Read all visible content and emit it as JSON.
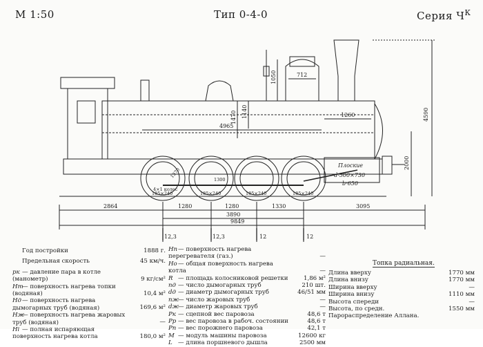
{
  "header": {
    "scale": "М 1:50",
    "type": "Тип 0-4-0",
    "series": "Серия",
    "series_letter": "Ч",
    "series_sup": "К"
  },
  "drawing": {
    "dims_horizontal": [
      "2864",
      "1280",
      "1280",
      "1330",
      "3095",
      "3890",
      "9849"
    ],
    "dims_upper": [
      "4965",
      "1260",
      "712"
    ],
    "dims_vertical": [
      "4590",
      "2000",
      "1470",
      "1140",
      "1050"
    ],
    "axle_loads": [
      "12,3",
      "12,3",
      "12",
      "12"
    ],
    "wheel_labels": [
      "185×240",
      "185×240",
      "185×240",
      "185×240"
    ],
    "axle_count_label": "4×1 колес",
    "axle_dia_label": "1300",
    "counterweight_label": "1370",
    "annotation": {
      "line1": "Плоские",
      "line2": "d-500×730",
      "line3": "b·650"
    }
  },
  "specs_left": [
    {
      "sym": "",
      "label": "Год постройки",
      "value": "1888 г."
    },
    {
      "sym": "",
      "label": "Предельная скорость",
      "value": "45 км/ч."
    },
    {
      "sym": "pк",
      "label": "— давление пара в котле (манометр)",
      "value": "9 кг/см²"
    },
    {
      "sym": "Hт",
      "label": "— поверхность нагрева топки (водяная)",
      "value": "10,4 м²"
    },
    {
      "sym": "Hд",
      "label": "— поверхность нагрева дымогарных труб (водяная)",
      "value": "169,6 м²"
    },
    {
      "sym": "Hж",
      "label": "— поверхность нагрева жаровых труб (водяная)",
      "value": "—"
    },
    {
      "sym": "Hі",
      "label": "— полная испаряющая поверхность нагрева котла",
      "value": "180,0 м²"
    }
  ],
  "specs_mid": [
    {
      "sym": "Hп",
      "label": "— поверхность нагрева перегревателя (газ.)",
      "value": "—"
    },
    {
      "sym": "Hо",
      "label": "— общая поверхность нагрева котла",
      "value": "—"
    },
    {
      "sym": "R",
      "label": "— площадь колосниковой решетки",
      "value": "1,86 м²"
    },
    {
      "sym": "nд",
      "label": "— число дымогарных труб",
      "value": "210 шт."
    },
    {
      "sym": "dд",
      "label": "— диаметр дымогарных труб",
      "value": "46/51 мм"
    },
    {
      "sym": "nж",
      "label": "— число жаровых труб",
      "value": "—"
    },
    {
      "sym": "dж",
      "label": "— диаметр жаровых труб",
      "value": "—"
    },
    {
      "sym": "Pк",
      "label": "— сцепной вес паровоза",
      "value": "48,6 т"
    },
    {
      "sym": "Pр",
      "label": "— вес паровоза в рабоч. состоянии",
      "value": "48,6 т"
    },
    {
      "sym": "Pп",
      "label": "— вес порожнего паровоза",
      "value": "42,1 т"
    },
    {
      "sym": "M",
      "label": "— модуль машины паровоза",
      "value": "12600 кг"
    },
    {
      "sym": "L",
      "label": "— длина поршневого дышла",
      "value": "2500 мм"
    }
  ],
  "firebox": {
    "title": "Топка радиальная.",
    "rows": [
      {
        "label": "Длина вверху",
        "value": "1770 мм"
      },
      {
        "label": "Длина внизу",
        "value": "1770 мм"
      },
      {
        "label": "Ширина вверху",
        "value": "—"
      },
      {
        "label": "Ширина внизу",
        "value": "1110 мм"
      },
      {
        "label": "Высота спереди",
        "value": "—"
      },
      {
        "label": "Высота, по средн.",
        "value": "1550 мм"
      }
    ],
    "footer": "Парораспределение Аллана."
  }
}
